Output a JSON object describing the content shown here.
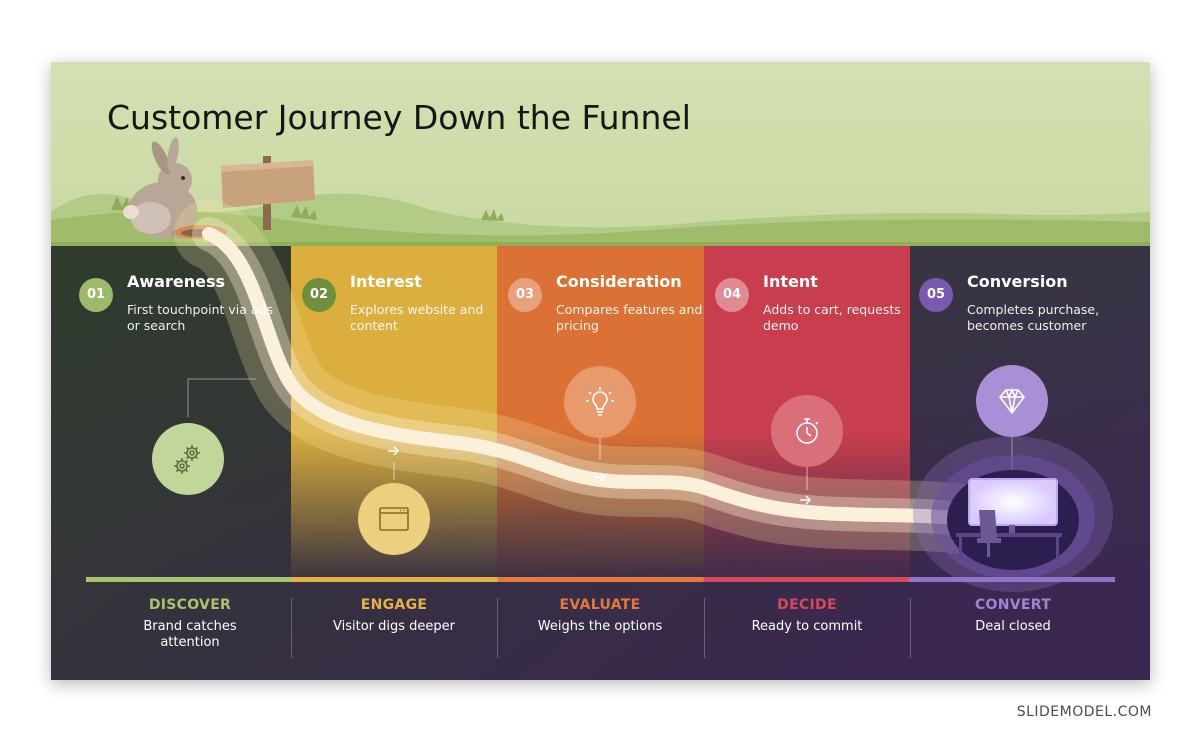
{
  "title": "Customer Journey Down the Funnel",
  "stages": [
    {
      "number": "01",
      "name": "Awareness",
      "description": "First touchpoint via ads or search",
      "icon": "gears-icon",
      "color": "#9dba6b"
    },
    {
      "number": "02",
      "name": "Interest",
      "description": "Explores website and content",
      "icon": "browser-window-icon",
      "color": "#d9b040"
    },
    {
      "number": "03",
      "name": "Consideration",
      "description": "Compares features and pricing",
      "icon": "lightbulb-icon",
      "color": "#d97236"
    },
    {
      "number": "04",
      "name": "Intent",
      "description": "Adds to cart, requests demo",
      "icon": "stopwatch-icon",
      "color": "#c7404f"
    },
    {
      "number": "05",
      "name": "Conversion",
      "description": "Completes purchase, becomes customer",
      "icon": "diamond-icon",
      "color": "#7a58b0"
    }
  ],
  "phases": [
    {
      "label": "DISCOVER",
      "description": "Brand catches attention",
      "color": "#a9c46e"
    },
    {
      "label": "ENGAGE",
      "description": "Visitor digs deeper",
      "color": "#e3b445"
    },
    {
      "label": "EVALUATE",
      "description": "Weighs the options",
      "color": "#e5793b"
    },
    {
      "label": "DECIDE",
      "description": "Ready to commit",
      "color": "#d9475a"
    },
    {
      "label": "CONVERT",
      "description": "Deal closed",
      "color": "#9d86cf"
    }
  ],
  "watermark": "SLIDEMODEL.COM"
}
